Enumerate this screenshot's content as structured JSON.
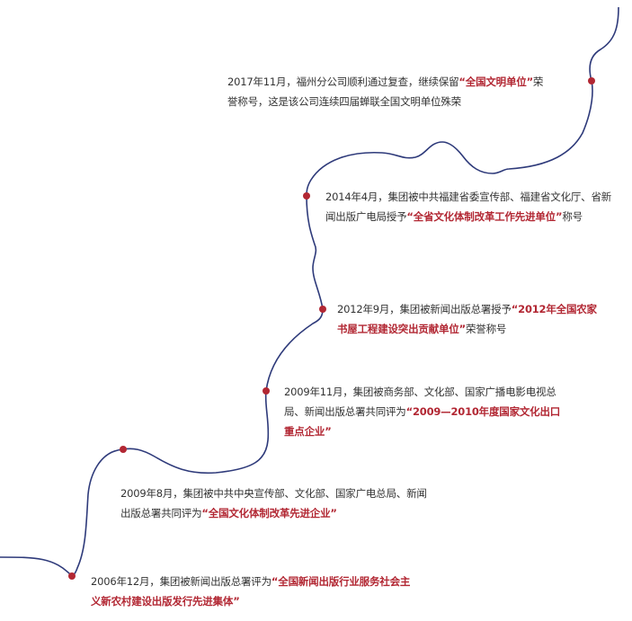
{
  "colors": {
    "curve": "#2e3a7a",
    "dot": "#b22733",
    "text": "#333333",
    "highlight": "#b22733",
    "background": "#ffffff"
  },
  "timeline": {
    "entries": [
      {
        "date": "2017年11月",
        "before": "，福州分公司顺利通过复查，继续保留",
        "highlight": "“全国文明单位”",
        "after": "荣誉称号，这是该公司连续四届蝉联全国文明单位殊荣",
        "line1": "2017年11月，福州分公司顺利通过复查，继续保留",
        "line1_hl": "“全国文明单位”",
        "line1_after": "荣",
        "line2": "誉称号，这是该公司连续四届蝉联全国文明单位殊荣",
        "dot": [
          658,
          90
        ]
      },
      {
        "date": "2014年4月",
        "line1": "2014年4月，集团被中共福建省委宣传部、福建省文化厅、省新",
        "line2_pre": "闻出版广电局授予",
        "line2_hl": "“全省文化体制改革工作先进单位”",
        "line2_after": "称号",
        "dot": [
          341,
          218
        ]
      },
      {
        "date": "2012年9月",
        "line1_pre": "2012年9月，集团被新闻出版总署授予",
        "line1_hl": "“2012年全国农家",
        "line2_hl": "书屋工程建设突出贡献单位”",
        "line2_after": "荣誉称号",
        "dot": [
          359,
          344
        ]
      },
      {
        "date": "2009年11月",
        "line1": "2009年11月，集团被商务部、文化部、国家广播电影电视总",
        "line2_pre": "局、新闻出版总署共同评为",
        "line2_hl": "“2009—2010年度国家文化出口",
        "line3_hl": "重点企业”",
        "dot": [
          296,
          435
        ]
      },
      {
        "date": "2009年8月",
        "line1": "2009年8月，集团被中共中央宣传部、文化部、国家广电总局、新闻",
        "line2_pre": "出版总署共同评为",
        "line2_hl": "“全国文化体制改革先进企业”",
        "dot": [
          137,
          500
        ]
      },
      {
        "date": "2006年12月",
        "line1_pre": "2006年12月，集团被新闻出版总署评为",
        "line1_hl": "“全国新闻出版行业服务社会主",
        "line2_hl": "义新农村建设出版发行先进集体”",
        "dot": [
          80,
          641
        ]
      }
    ]
  }
}
